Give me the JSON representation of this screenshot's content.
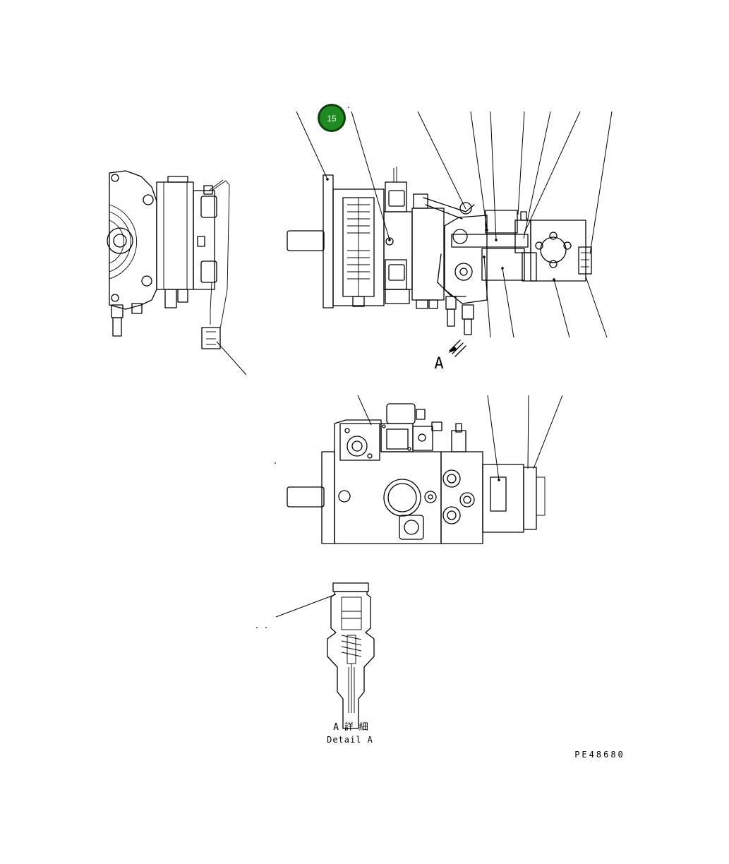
{
  "callout": {
    "number": "15",
    "color": "#1f8a1f",
    "ring_color": "#0f3f0f"
  },
  "view_label": "A",
  "detail": {
    "label_jp": "A 詳 細",
    "label_en": "Detail A"
  },
  "drawing_code": "PE48680",
  "icons": {
    "view_arrow": "arrow-icon"
  }
}
